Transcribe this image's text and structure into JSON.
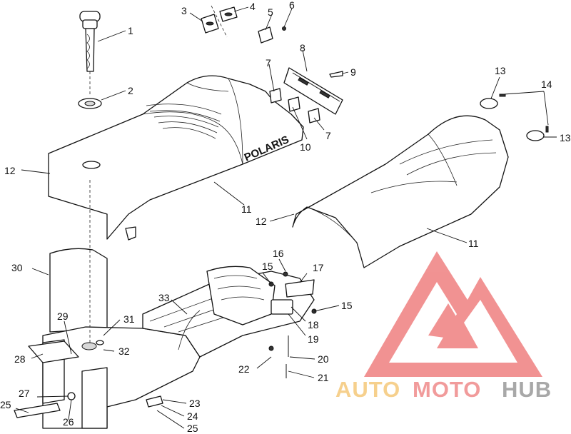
{
  "diagram": {
    "callouts": [
      {
        "id": "c1",
        "text": "1"
      },
      {
        "id": "c2",
        "text": "2"
      },
      {
        "id": "c3",
        "text": "3"
      },
      {
        "id": "c4",
        "text": "4"
      },
      {
        "id": "c5",
        "text": "5"
      },
      {
        "id": "c6",
        "text": "6"
      },
      {
        "id": "c7a",
        "text": "7"
      },
      {
        "id": "c7b",
        "text": "7"
      },
      {
        "id": "c8",
        "text": "8"
      },
      {
        "id": "c9",
        "text": "9"
      },
      {
        "id": "c10",
        "text": "10"
      },
      {
        "id": "c11a",
        "text": "11"
      },
      {
        "id": "c11b",
        "text": "11"
      },
      {
        "id": "c12a",
        "text": "12"
      },
      {
        "id": "c12b",
        "text": "12"
      },
      {
        "id": "c13a",
        "text": "13"
      },
      {
        "id": "c13b",
        "text": "13"
      },
      {
        "id": "c14",
        "text": "14"
      },
      {
        "id": "c15a",
        "text": "15"
      },
      {
        "id": "c15b",
        "text": "15"
      },
      {
        "id": "c16",
        "text": "16"
      },
      {
        "id": "c17",
        "text": "17"
      },
      {
        "id": "c18",
        "text": "18"
      },
      {
        "id": "c19",
        "text": "19"
      },
      {
        "id": "c20",
        "text": "20"
      },
      {
        "id": "c21",
        "text": "21"
      },
      {
        "id": "c22",
        "text": "22"
      },
      {
        "id": "c23",
        "text": "23"
      },
      {
        "id": "c24",
        "text": "24"
      },
      {
        "id": "c25a",
        "text": "25"
      },
      {
        "id": "c25b",
        "text": "25"
      },
      {
        "id": "c26",
        "text": "26"
      },
      {
        "id": "c27",
        "text": "27"
      },
      {
        "id": "c28",
        "text": "28"
      },
      {
        "id": "c29",
        "text": "29"
      },
      {
        "id": "c30",
        "text": "30"
      },
      {
        "id": "c31",
        "text": "31"
      },
      {
        "id": "c32",
        "text": "32"
      },
      {
        "id": "c33",
        "text": "33"
      }
    ],
    "seat_brand": "POLARIS"
  },
  "watermark": {
    "part1": "AUTO",
    "part2": "MOTO",
    "part3": "HUB",
    "colors": {
      "triangle": "#ef8080",
      "auto": "#f5c87a",
      "moto": "#ef8a8a",
      "hub": "#9a9a9a"
    }
  }
}
